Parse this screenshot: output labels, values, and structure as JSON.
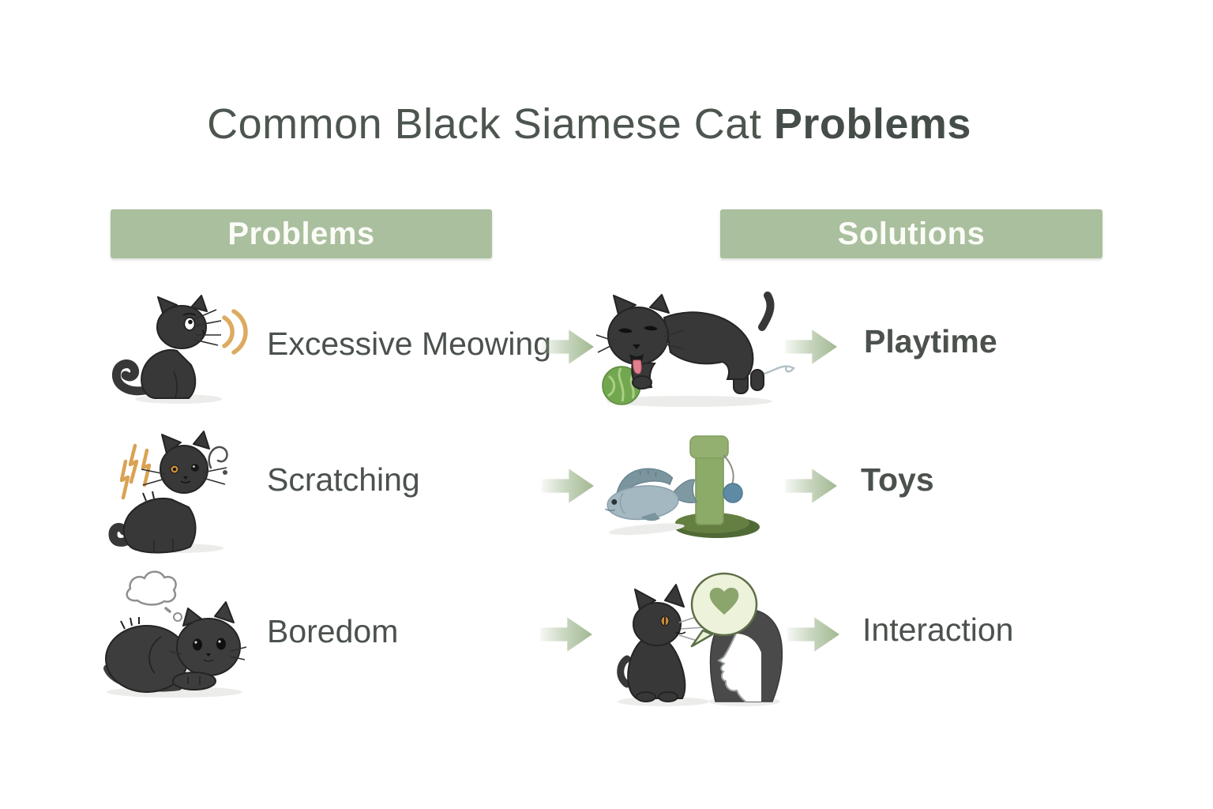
{
  "title": {
    "regular": "Common Black Siamese Cat ",
    "bold": "Problems"
  },
  "column_headers": {
    "problems": "Problems",
    "solutions": "Solutions"
  },
  "rows": [
    {
      "problem": "Excessive Meowing",
      "solution": "Playtime",
      "problem_icon": "meowing-cat-icon",
      "solution_icon": "cat-playing-with-ball-icon"
    },
    {
      "problem": "Scratching",
      "solution": "Toys",
      "problem_icon": "scratched-cat-icon",
      "solution_icon": "fish-and-scratching-post-icon"
    },
    {
      "problem": "Boredom",
      "solution": "Interaction",
      "problem_icon": "bored-cat-icon",
      "solution_icon": "cat-and-human-icon"
    }
  ],
  "colors": {
    "background": "#ffffff",
    "header_bar_green": "#a9bf9e",
    "header_text": "#fbfcf7",
    "title_text": "#4d554f",
    "label_text": "#4b514c",
    "arrow_green": "#a1b891",
    "accent_orange": "#d9a253",
    "cat_body": "#383838",
    "yarn_ball_green": "#73a74f",
    "post_green": "#8cab68",
    "post_base_olive": "#4f6a35",
    "fish_blue_gray": "#a3b8c0",
    "toy_ball_blue": "#5f8aa5",
    "speech_bubble_fill": "#edf2da",
    "speech_bubble_border": "#5d6f48",
    "heart_green": "#8ba56d"
  }
}
